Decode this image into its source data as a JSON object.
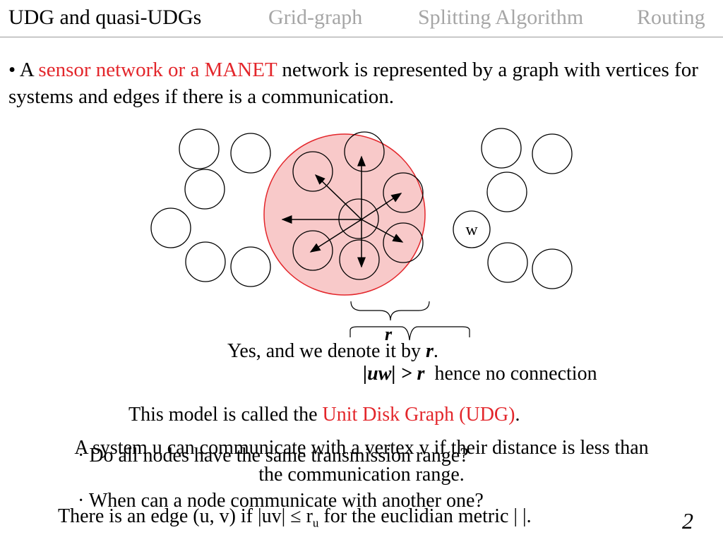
{
  "nav": {
    "items": [
      {
        "label": "UDG and quasi-UDGs",
        "active": true
      },
      {
        "label": "Grid-graph",
        "active": false
      },
      {
        "label": "Splitting Algorithm",
        "active": false
      },
      {
        "label": "Routing",
        "active": false
      }
    ]
  },
  "bullet": {
    "prefix": "• A ",
    "highlight": "sensor network or a MANET",
    "rest": " network is represented by a graph with vertices for systems and edges if there is a communication."
  },
  "diagram": {
    "node_label": "w",
    "range_label": "r",
    "range_color": "#f8c9c9",
    "range_border": "#e3262b"
  },
  "texts": {
    "denote_prefix": "Yes, and we denote it by ",
    "denote_var": "r",
    "denote_suffix": ".",
    "uw_rel": "|uw| > r",
    "no_conn": "hence no connection",
    "model_prefix": "This model is called the ",
    "model_highlight": "Unit Disk Graph (UDG)",
    "model_suffix": ".",
    "comm_line1": "A system u can communicate with a vertex v if their distance is less than",
    "comm_line2": "the communication range.",
    "question1": "· Do all nodes have the same transmission range?",
    "question2": "· When can a node communicate with another one?",
    "edge_rule_prefix": "There is an edge (u, v) if |uv| ≤ r",
    "edge_rule_sub": "u",
    "edge_rule_suffix": " for the euclidian metric | |."
  },
  "page_number": "2"
}
